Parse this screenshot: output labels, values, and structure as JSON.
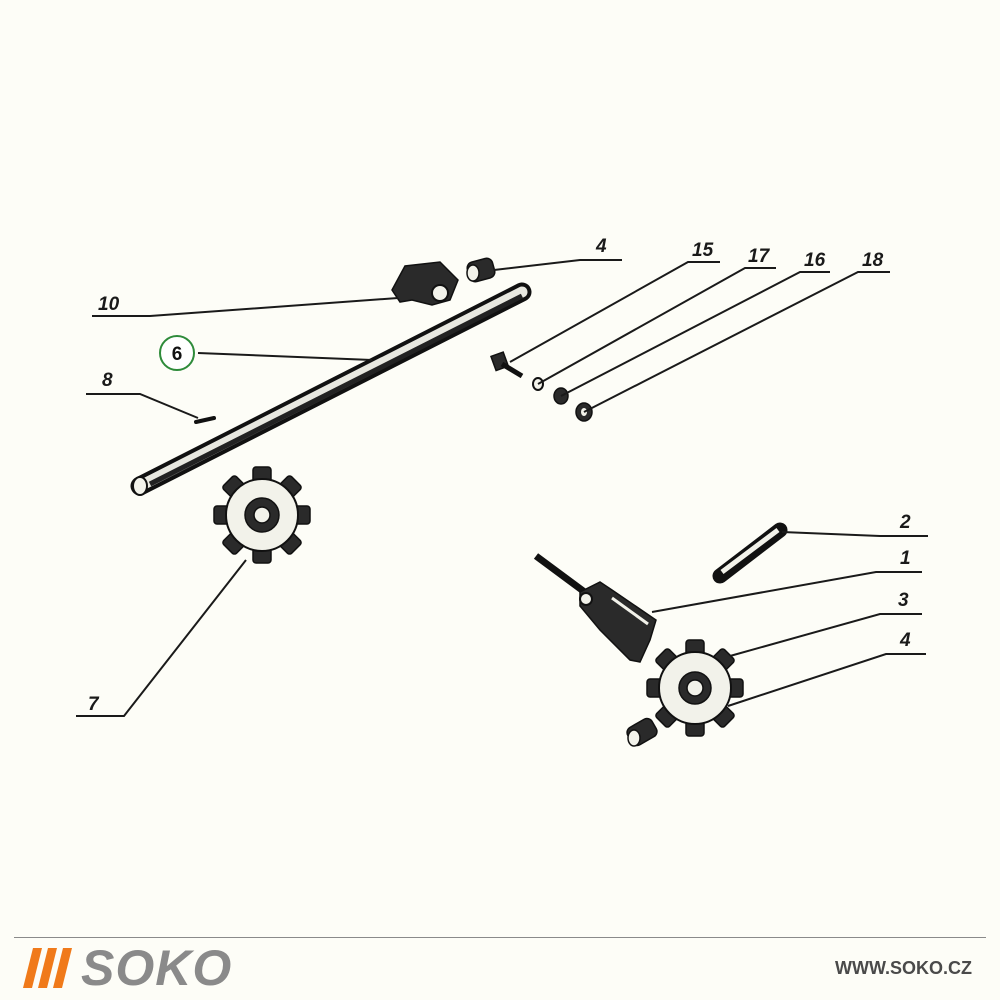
{
  "callouts": {
    "c10": "10",
    "c4_top": "4",
    "c15": "15",
    "c17": "17",
    "c16": "16",
    "c18": "18",
    "c6": "6",
    "c8": "8",
    "c2": "2",
    "c1": "1",
    "c3": "3",
    "c4_bottom": "4",
    "c7": "7"
  },
  "highlight_color": "#2e8b3a",
  "brand_color": "#f07a1a",
  "footer": {
    "logo_text": "SOKO",
    "url": "WWW.SOKO.CZ"
  }
}
